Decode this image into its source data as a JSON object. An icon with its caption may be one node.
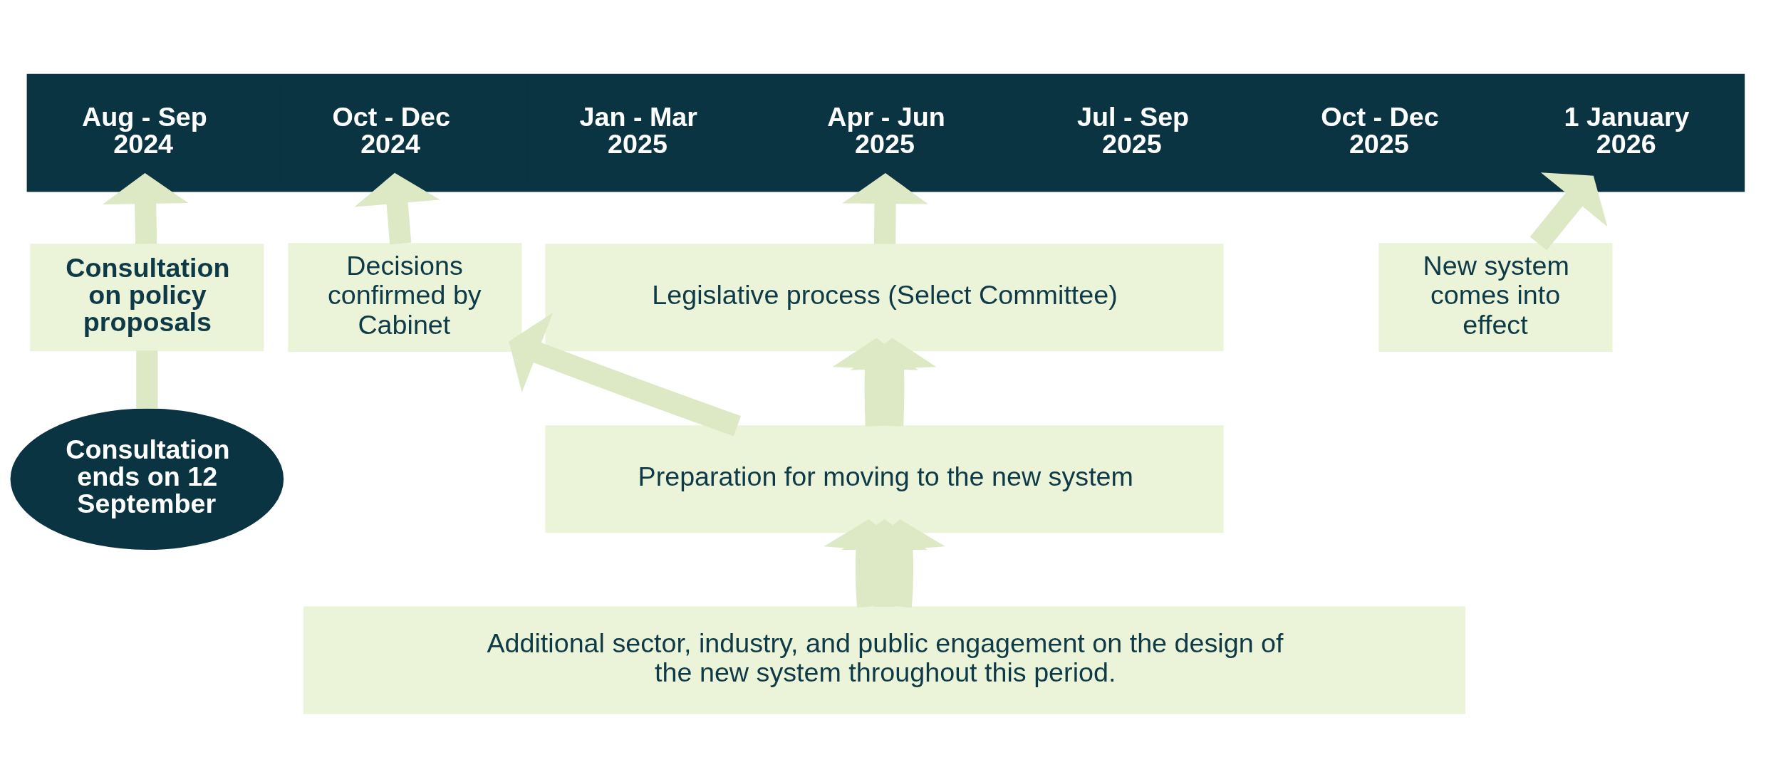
{
  "diagram": {
    "nodes": [
      {
        "text": [],
        "shape": "box"
      },
      {
        "text": [
          "Aug - Sep 2024"
        ],
        "in": 0
      },
      {
        "text": [
          "Oct - Dec 2024"
        ],
        "in": 0
      },
      {
        "text": [
          "Jan - Mar 2025"
        ],
        "in": 0
      },
      {
        "text": [
          "Apr - Jun 2025"
        ],
        "in": 0
      },
      {
        "text": [
          "Jul - Sep 2025"
        ],
        "in": 0
      },
      {
        "text": [
          "Oct - Dec 2025"
        ],
        "in": 0
      },
      {
        "text": [
          "1 January 2026"
        ],
        "in": 0
      },
      {
        "text": [
          "Consultation on policy proposals"
        ]
      },
      {
        "text": [
          "Decisions confirmed by Cabinet"
        ]
      },
      {
        "text": [
          "Legislative process (Select Committee)"
        ]
      },
      {
        "text": [
          "New system comes into effect"
        ]
      },
      {
        "text": [
          "Consultation ends on 12 September"
        ]
      },
      {
        "text": [
          "Preparation for moving to the new system"
        ]
      },
      {
        "text": [
          "Additional sector, industry, and public engagement on the design of the new system throughout this period."
        ]
      }
    ],
    "edges": [
      {
        "from": 8,
        "to": 1,
        "arrow": "to"
      },
      {
        "from": 9,
        "to": 2,
        "arrow": "to"
      },
      {
        "from": 10,
        "to": 4,
        "arrow": "to"
      },
      {
        "from": 11,
        "to": 7,
        "arrow": "to"
      },
      {
        "from": 12,
        "to": 8,
        "arrow": "none"
      },
      {
        "from": 13,
        "to": 9,
        "arrow": "to"
      },
      {
        "from": 13,
        "to": 10,
        "arrow": "to"
      },
      {
        "from": 13,
        "to": 10,
        "arrow": "to"
      },
      {
        "from": 14,
        "to": 13,
        "arrow": "to"
      },
      {
        "from": 14,
        "to": 13,
        "arrow": "to"
      },
      {
        "from": 14,
        "to": 13,
        "arrow": "to"
      }
    ]
  }
}
